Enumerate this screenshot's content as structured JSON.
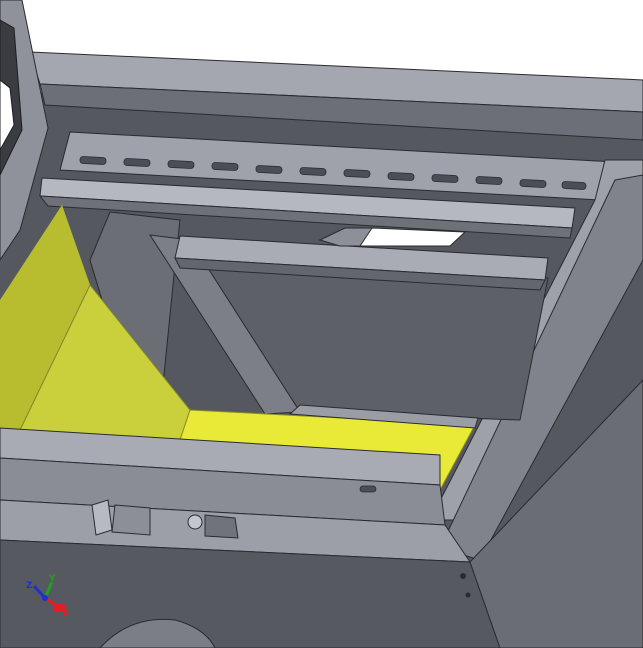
{
  "viewport": {
    "triad": {
      "x_label": "X",
      "y_label": "Y",
      "z_label": "Z",
      "x_color": "#e02020",
      "y_color": "#20a020",
      "z_color": "#2030d0"
    }
  },
  "colors": {
    "background": "#ffffff",
    "steel_light": "#a9acb4",
    "steel_mid": "#8a8d96",
    "steel_dark": "#5f626b",
    "steel_darker": "#4b4e56",
    "edge": "#2a2b30",
    "highlight_yellow": "#e8e832",
    "olive_yellow": "#c6cd3a",
    "olive_dark": "#9aa132"
  },
  "icons": {
    "triad": "axis-triad-icon",
    "slot": "slot-hole"
  }
}
